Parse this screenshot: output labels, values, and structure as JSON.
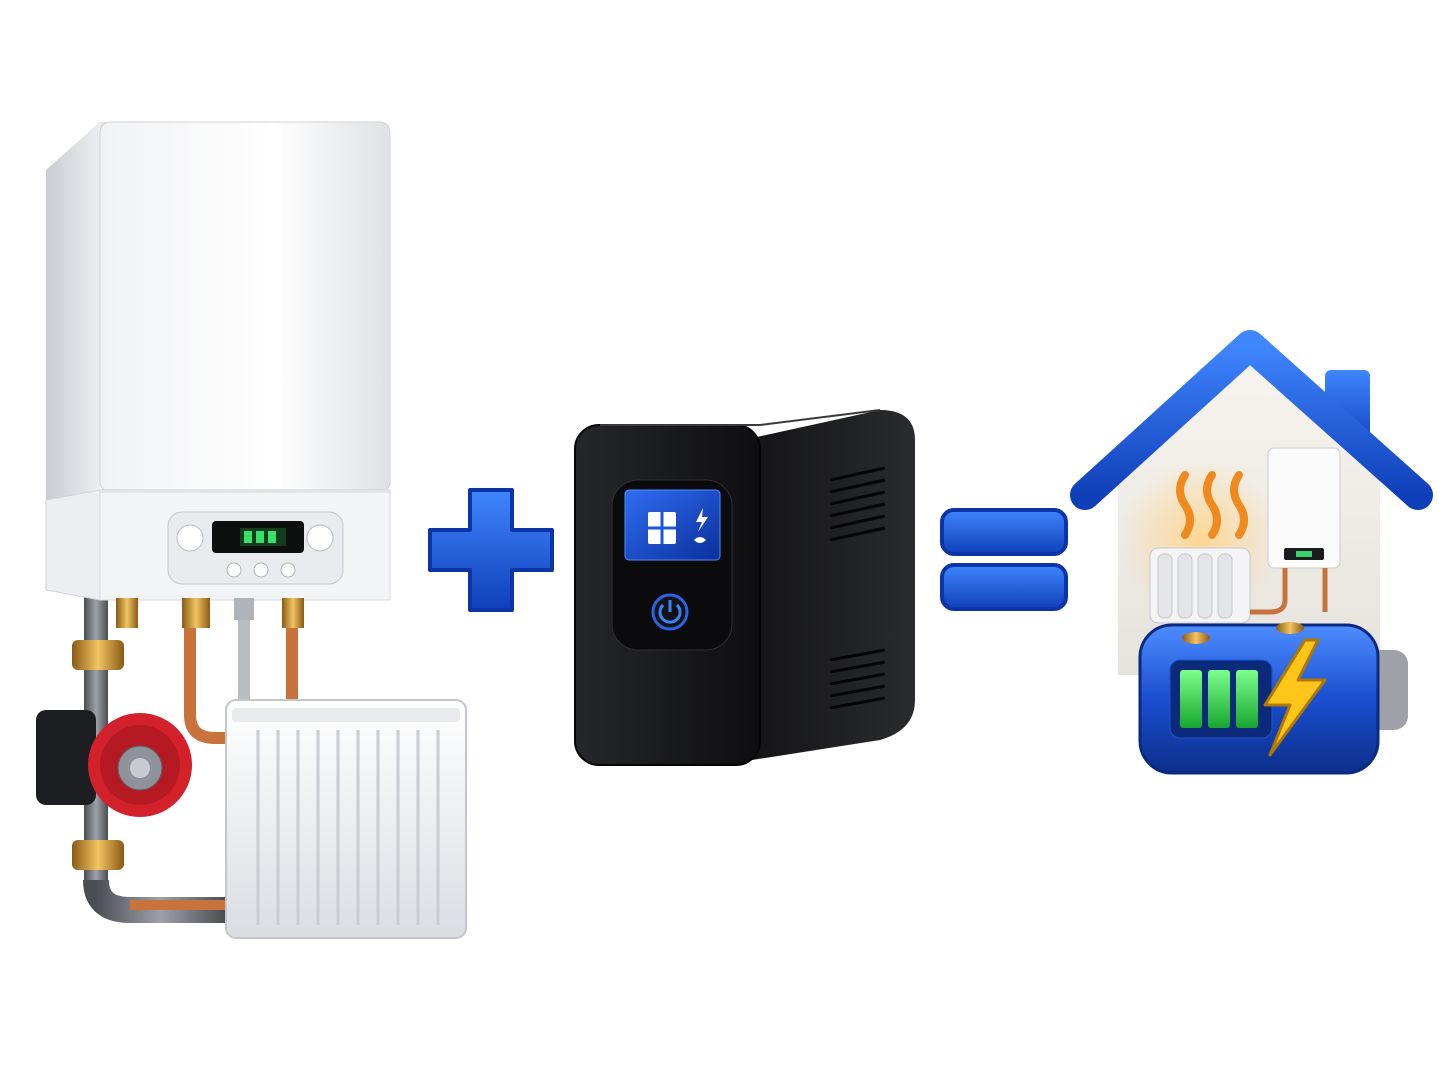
{
  "scene": {
    "panels": [
      {
        "id": "boiler-heating-system",
        "icon": "gas-boiler-with-pump-and-radiator-icon"
      },
      {
        "id": "ups-unit",
        "icon": "ups-icon"
      },
      {
        "id": "protected-home-heating",
        "icon": "house-with-heating-and-battery-icon"
      }
    ],
    "operators": [
      "plus-icon",
      "equals-icon"
    ]
  },
  "colors": {
    "accent_blue": "#1f5fe0",
    "copper": "#c8733c",
    "pump_red": "#d3212b",
    "battery_green": "#2fd14a",
    "bolt_yellow": "#ffc61a",
    "ups_body": "#1a1a1c"
  }
}
